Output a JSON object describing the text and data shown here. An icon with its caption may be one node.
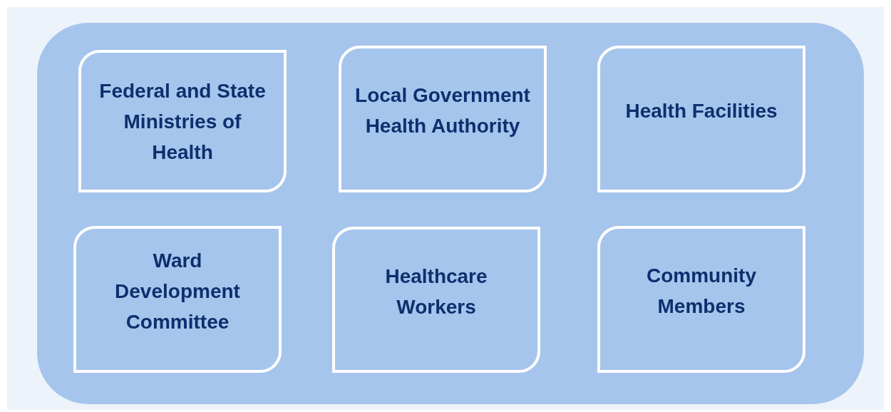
{
  "diagram": {
    "nodes": [
      {
        "text": [],
        "shape": "box"
      },
      {
        "text": [
          "Federal and State Ministries of Health"
        ],
        "in": 0
      },
      {
        "text": [
          "Local Government Health Authority"
        ],
        "in": 0
      },
      {
        "text": [
          "Health Facilities"
        ],
        "in": 0
      },
      {
        "text": [
          "Ward Development Committee"
        ],
        "in": 0
      },
      {
        "text": [
          "Healthcare Workers"
        ],
        "in": 0
      },
      {
        "text": [
          "Community Members"
        ],
        "in": 0
      }
    ]
  }
}
